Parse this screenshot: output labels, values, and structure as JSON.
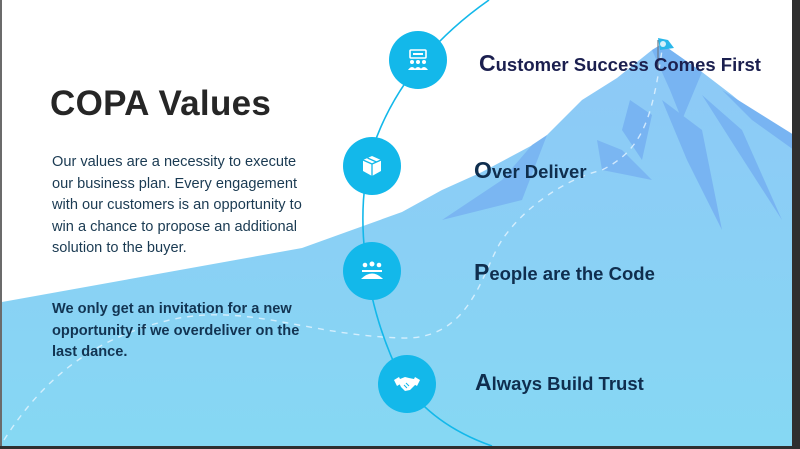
{
  "slide": {
    "title": "COPA Values",
    "intro": "Our values are a necessity to execute our business plan.  Every engagement with our customers is an opportunity to win a chance to propose an additional solution to the buyer.",
    "emphasis": "We only get an invitation for a new opportunity if we overdeliver on the last dance.",
    "values": [
      {
        "initial": "C",
        "rest": "ustomer Success Comes First",
        "icon": "presentation-audience-icon"
      },
      {
        "initial": "O",
        "rest": "ver Deliver",
        "icon": "box-package-icon"
      },
      {
        "initial": "P",
        "rest": "eople are the Code",
        "icon": "team-meeting-icon"
      },
      {
        "initial": "A",
        "rest": "lways Build Trust",
        "icon": "handshake-icon"
      }
    ],
    "colors": {
      "accent": "#13b8ea",
      "mountain_light": "#8fcdf7",
      "mountain_dark": "#6fb0f0",
      "text_dark": "#0f2e4e"
    }
  }
}
